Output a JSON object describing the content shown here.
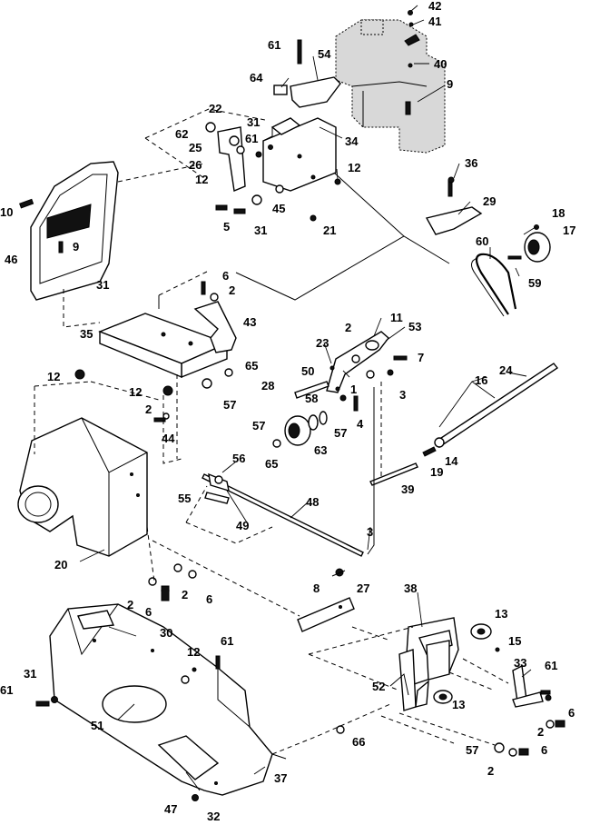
{
  "callouts": {
    "c42": "42",
    "c41": "41",
    "c40": "40",
    "c61a": "61",
    "c64": "64",
    "c54": "54",
    "c9a": "9",
    "c22": "22",
    "c62": "62",
    "c31a": "31",
    "c25": "25",
    "c61b": "61",
    "c34": "34",
    "c26": "26",
    "c12a": "12",
    "c12b": "12",
    "c36": "36",
    "c10": "10",
    "c9b": "9",
    "c46": "46",
    "c5": "5",
    "c31b": "31",
    "c45": "45",
    "c21": "21",
    "c29": "29",
    "c18": "18",
    "c17": "17",
    "c60": "60",
    "c59": "59",
    "c31c": "31",
    "c6a": "6",
    "c2a": "2",
    "c43": "43",
    "c35": "35",
    "c11": "11",
    "c2b": "2",
    "c53": "53",
    "c23": "23",
    "c7": "7",
    "c65a": "65",
    "c50": "50",
    "c12c": "12",
    "c28": "28",
    "c58": "58",
    "c1": "1",
    "c3a": "3",
    "c16": "16",
    "c24": "24",
    "c12d": "12",
    "c57a": "57",
    "c2c": "2",
    "c4": "4",
    "c57b": "57",
    "c57c": "57",
    "c44": "44",
    "c65b": "65",
    "c63": "63",
    "c14": "14",
    "c19": "19",
    "c56": "56",
    "c55": "55",
    "c39": "39",
    "c49": "49",
    "c48": "48",
    "c3b": "3",
    "c20": "20",
    "c2d": "2",
    "c6b": "6",
    "c2e": "2",
    "c6c": "6",
    "c8": "8",
    "c27": "27",
    "c38": "38",
    "c30": "30",
    "c13a": "13",
    "c61c": "61",
    "c12e": "12",
    "c15": "15",
    "c33": "33",
    "c61d": "61",
    "c31d": "31",
    "c61e": "61",
    "c52": "52",
    "c51": "51",
    "c13b": "13",
    "c6d": "6",
    "c2f": "2",
    "c66": "66",
    "c57d": "57",
    "c6e": "6",
    "c2g": "2",
    "c37": "37",
    "c47": "47",
    "c32": "32"
  }
}
